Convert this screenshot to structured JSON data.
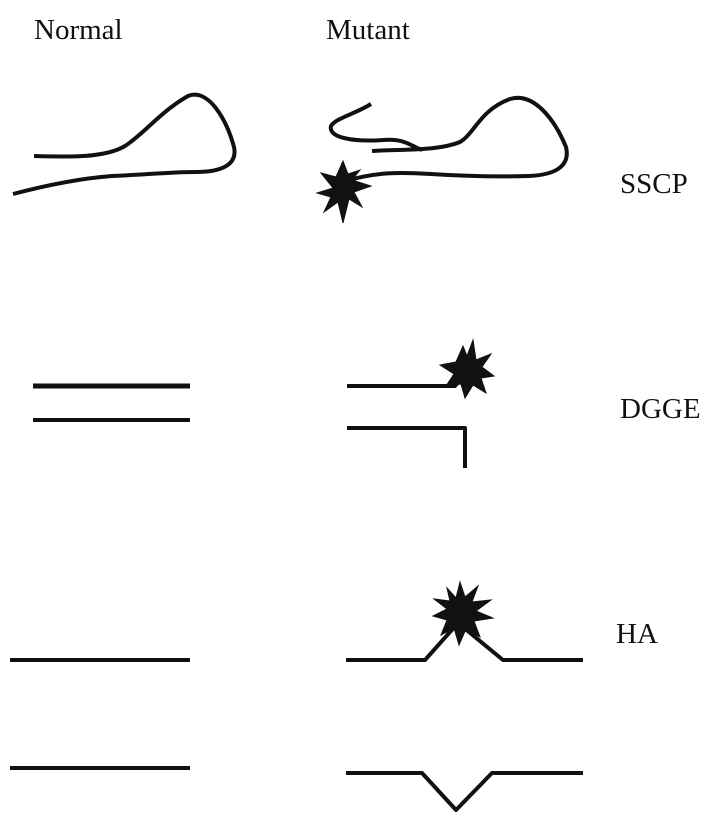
{
  "columns": {
    "normal": "Normal",
    "mutant": "Mutant"
  },
  "rows": {
    "sscp": "SSCP",
    "dgge": "DGGE",
    "ha": "HA"
  },
  "colors": {
    "ink": "#111111",
    "background": "#ffffff"
  }
}
